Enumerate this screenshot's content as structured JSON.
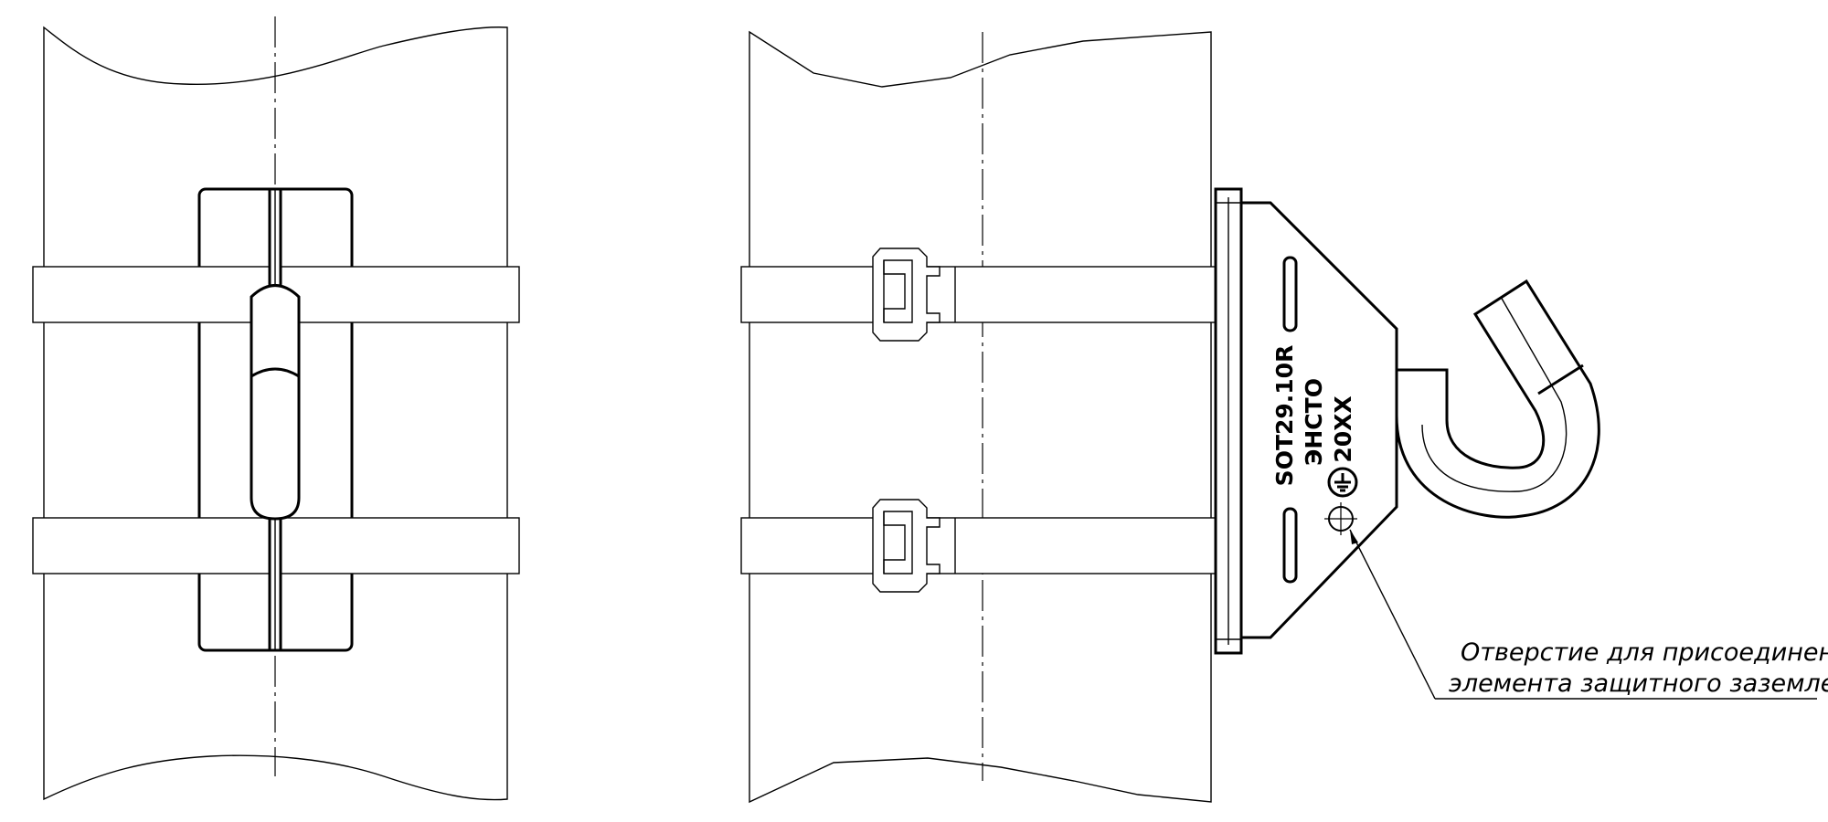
{
  "marking": {
    "model": "SOT29.10R",
    "maker": "ЭНСТО",
    "year": "20XX",
    "ground_symbol": "earth-ground-symbol"
  },
  "callout": {
    "line1": "Отверстие для присоединения",
    "line2": "элемента защитного заземления"
  }
}
